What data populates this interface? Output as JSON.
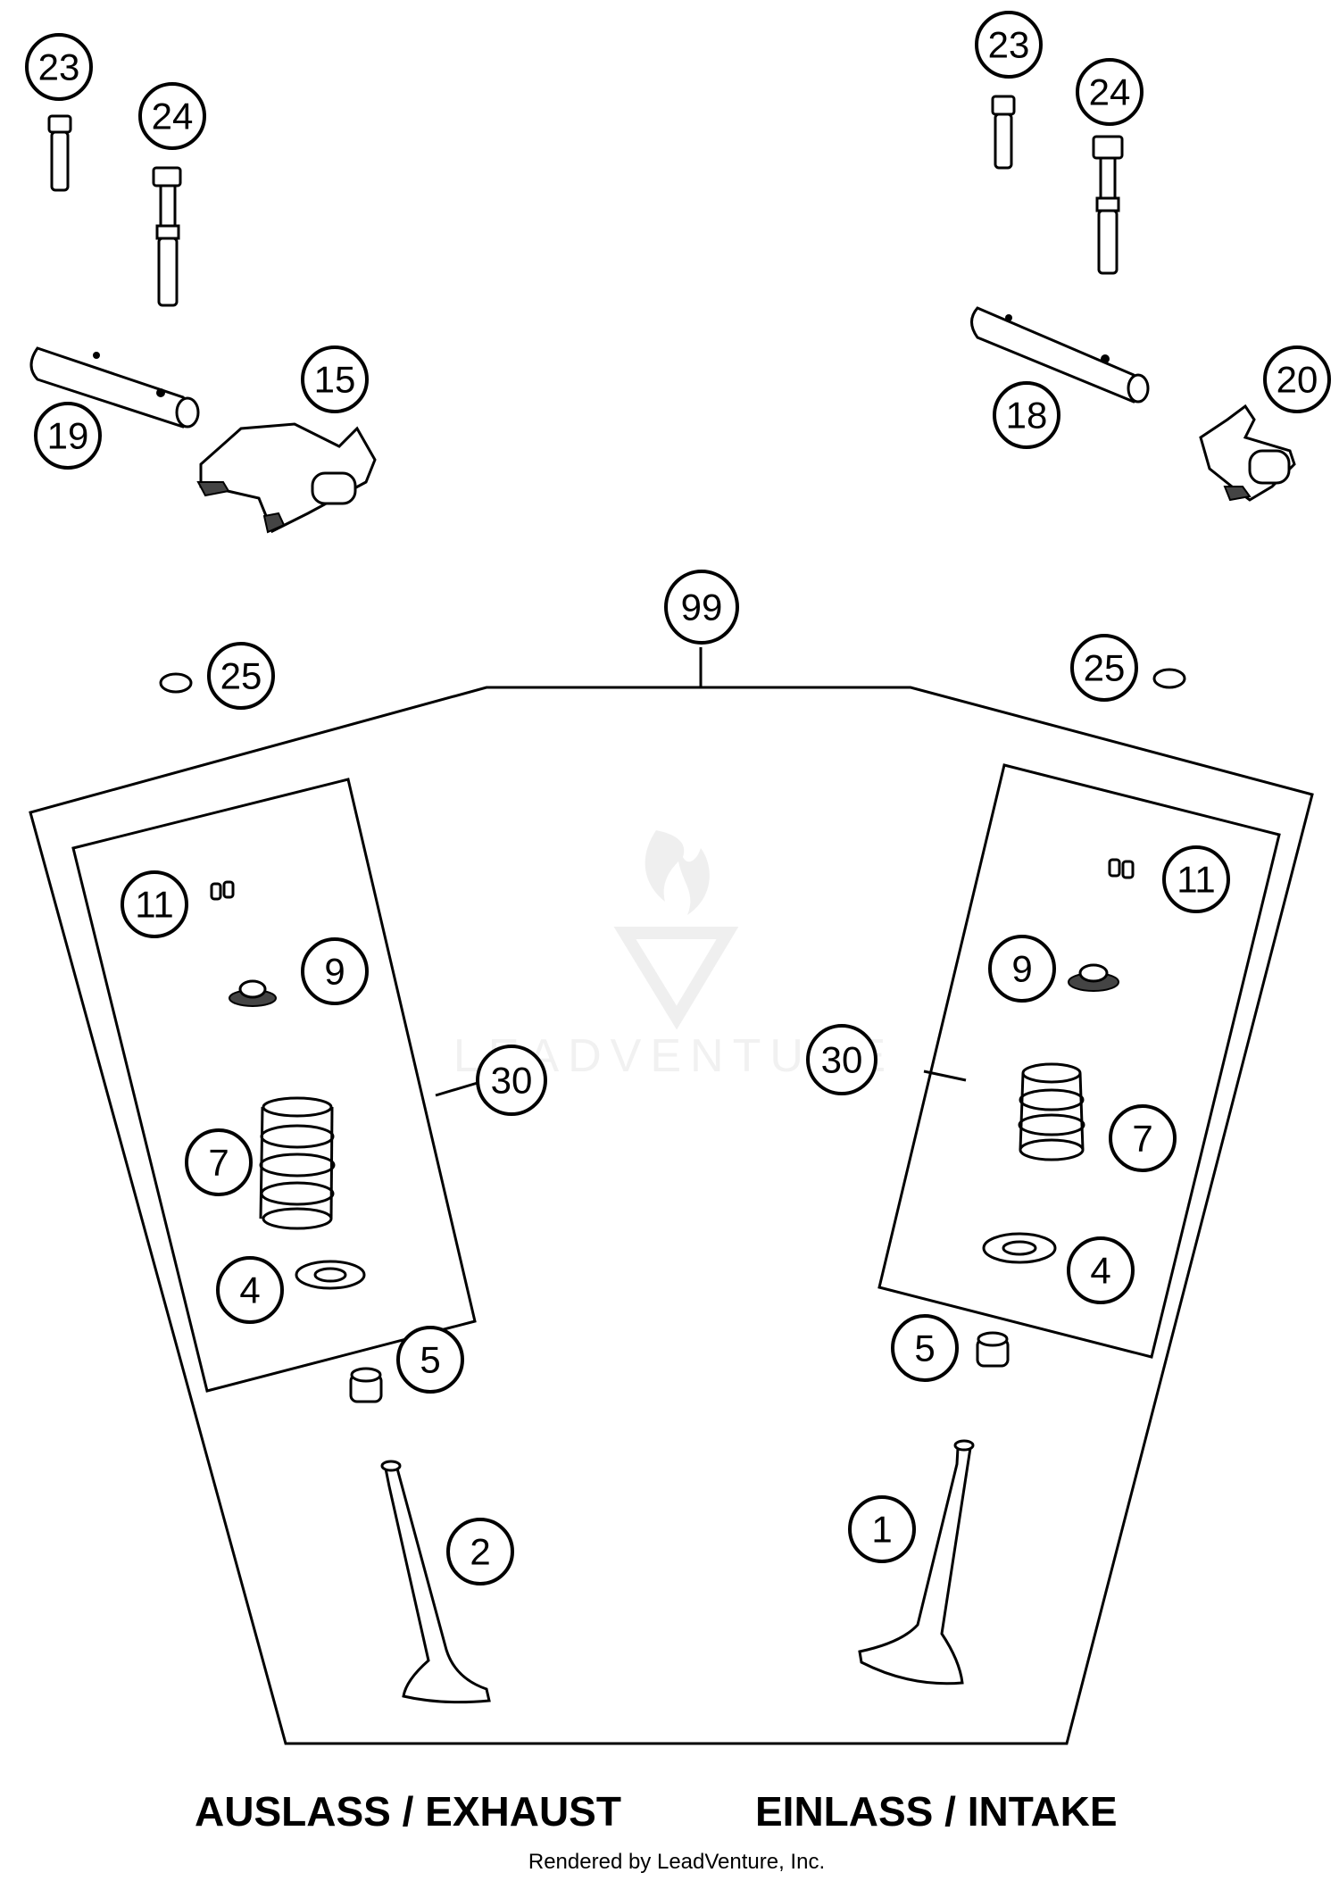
{
  "callouts": {
    "c23_left": "23",
    "c24_left": "24",
    "c19": "19",
    "c15": "15",
    "c23_right": "23",
    "c24_right": "24",
    "c18": "18",
    "c20": "20",
    "c99": "99",
    "c25_left": "25",
    "c25_right": "25",
    "c11_left": "11",
    "c9_left": "9",
    "c30_left": "30",
    "c7_left": "7",
    "c4_left": "4",
    "c5_left": "5",
    "c2": "2",
    "c11_right": "11",
    "c9_right": "9",
    "c30_right": "30",
    "c7_right": "7",
    "c4_right": "4",
    "c5_right": "5",
    "c1": "1"
  },
  "captions": {
    "exhaust": "AUSLASS / EXHAUST",
    "intake": "EINLASS / INTAKE"
  },
  "credit": "Rendered by LeadVenture, Inc.",
  "watermark": "LEADVENTURE"
}
